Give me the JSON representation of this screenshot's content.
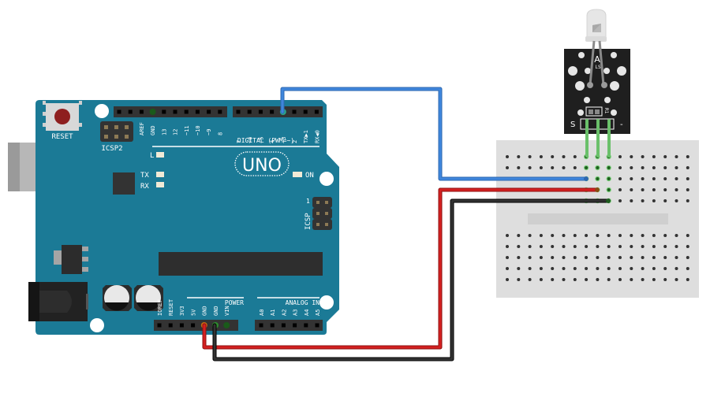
{
  "diagram": {
    "title": "Arduino UNO wired to light sensor module via breadboard",
    "colors": {
      "board": "#1b7a96",
      "header": "#3a3a3a",
      "breadboard": "#dcdcdc",
      "wire_signal": "#3a7dd0",
      "wire_power": "#c81d1d",
      "wire_ground": "#222222",
      "sensor_leads": "#6ac06a",
      "module": "#1f1f1f"
    }
  },
  "arduino": {
    "logo": "UNO",
    "reset_label": "RESET",
    "icsp2_label": "ICSP2",
    "icsp_label": "ICSP",
    "icsp_pin1": "1",
    "led_l": "L",
    "led_tx": "TX",
    "led_rx": "RX",
    "led_on": "ON",
    "digital_label": "DIGITAL (PWM=~)",
    "power_label": "POWER",
    "analog_label": "ANALOG IN",
    "digital_pins_left": [
      "AREF",
      "GND",
      "13",
      "12",
      "~11",
      "~10",
      "~9",
      "8"
    ],
    "digital_pins_right": [
      "7",
      "~6",
      "~5",
      "4",
      "~3",
      "2",
      "TX▶1",
      "RX◀0"
    ],
    "power_pins": [
      "IOREF",
      "RESET",
      "3V3",
      "5V",
      "GND",
      "GND",
      "VIN"
    ],
    "analog_pins": [
      "A0",
      "A1",
      "A2",
      "A3",
      "A4",
      "A5"
    ]
  },
  "sensor_module": {
    "component_label": "A",
    "component_sublabel": "LS",
    "resistor_label": "R1",
    "pin_signal": "S",
    "pin_ground": "-"
  },
  "connections": [
    {
      "name": "signal",
      "from": "Arduino ~3",
      "to": "Module S",
      "color": "blue"
    },
    {
      "name": "power",
      "from": "Arduino 5V",
      "to": "Module VCC (middle)",
      "color": "red"
    },
    {
      "name": "ground",
      "from": "Arduino GND",
      "to": "Module -",
      "color": "black"
    }
  ]
}
